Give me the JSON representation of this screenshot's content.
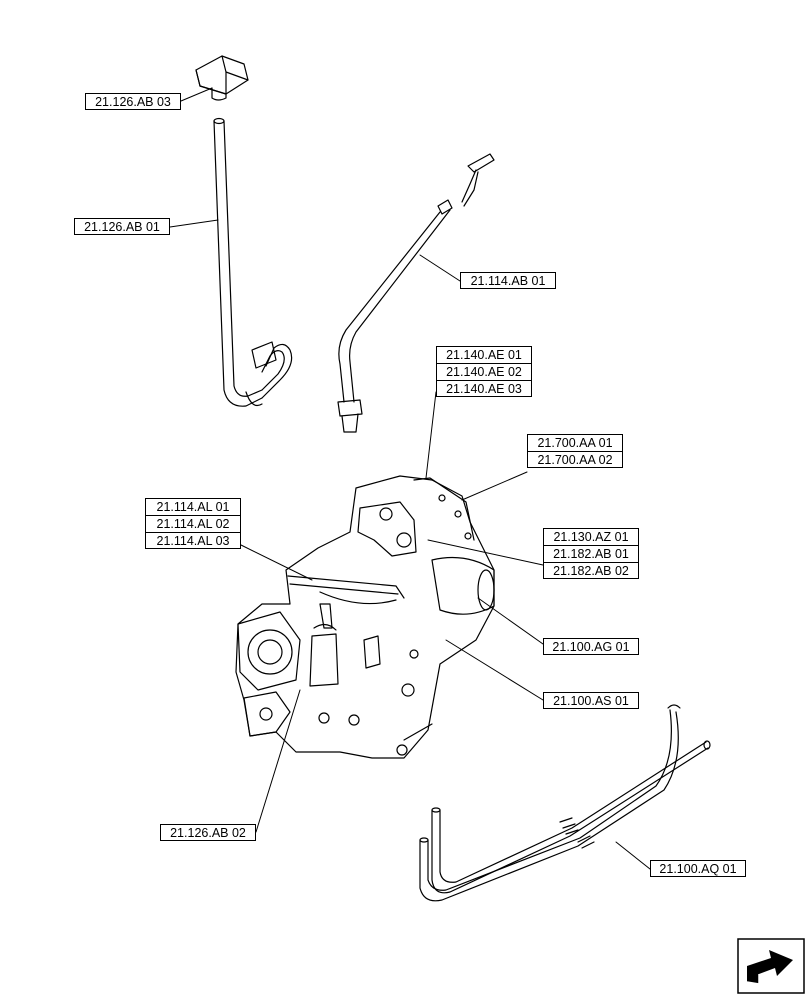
{
  "parts": {
    "p1": "21.126.AB 03",
    "p2": "21.126.AB 01",
    "p3": "21.114.AB 01",
    "p4": [
      "21.140.AE 01",
      "21.140.AE 02",
      "21.140.AE 03"
    ],
    "p5": [
      "21.700.AA 01",
      "21.700.AA 02"
    ],
    "p6": [
      "21.114.AL 01",
      "21.114.AL 02",
      "21.114.AL 03"
    ],
    "p7": [
      "21.130.AZ 01",
      "21.182.AB 01",
      "21.182.AB 02"
    ],
    "p8": "21.100.AG 01",
    "p9": "21.100.AS 01",
    "p10": "21.126.AB 02",
    "p11": "21.100.AQ 01"
  },
  "icons": {
    "next": "next-page-arrow-icon"
  }
}
